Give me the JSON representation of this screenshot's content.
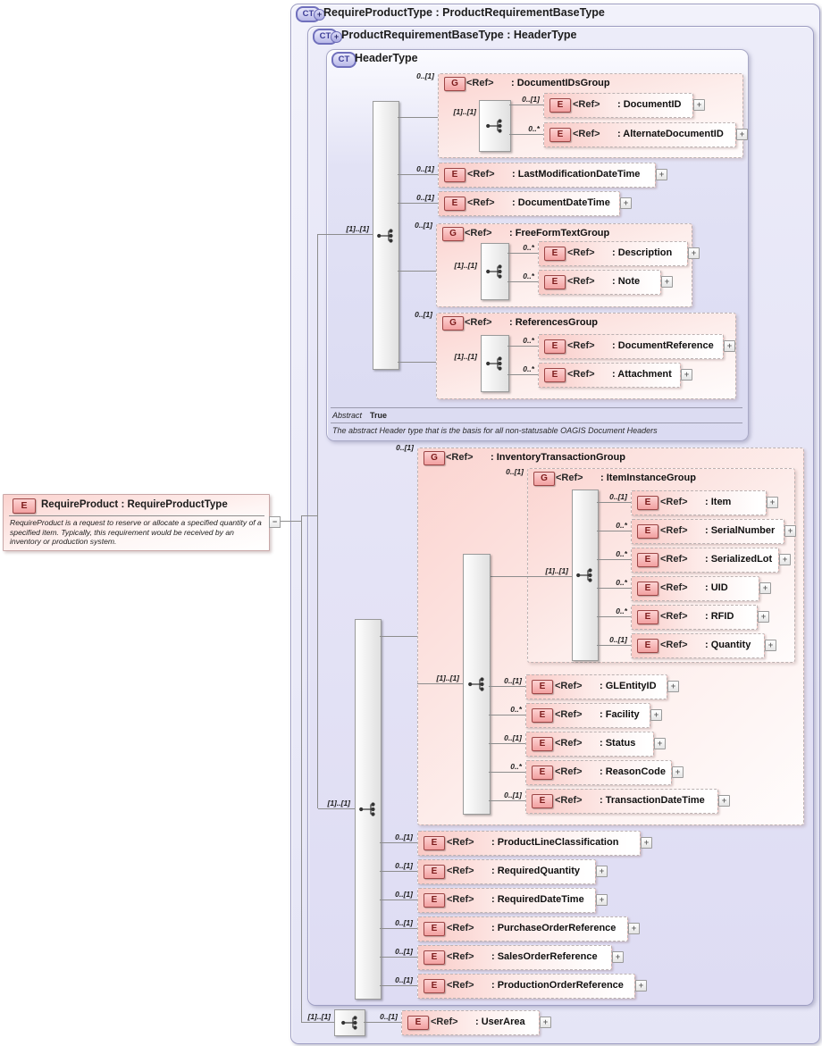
{
  "root_box": {
    "title": "RequireProductType : ProductRequirementBaseType",
    "seq_card": "[1]..[1]"
  },
  "base_box": {
    "title": "ProductRequirementBaseType : HeaderType",
    "seq_card": "[1]..[1]"
  },
  "header_box": {
    "title": "HeaderType",
    "seq_card": "[1]..[1]",
    "abstract_label": "Abstract",
    "abstract_value": "True",
    "annotation": "The abstract Header type that is the basis for all non-statusable OAGIS Document Headers"
  },
  "left_element": {
    "title": "RequireProduct : RequireProductType",
    "annotation": "RequireProduct is a request to reserve or allocate a specified quantity of a specified item.  Typically, this requirement would be received by an inventory or production system."
  },
  "icons": {
    "complex_type": "CT",
    "element": "E",
    "group": "G",
    "expand": "+",
    "collapse": "−",
    "extension": "+"
  },
  "colors": {
    "element_pink": "#f2a0a0",
    "complextype_lavender": "#b9b9e8",
    "box_fill": "#e5e5f6",
    "line": "#8d8d8d"
  },
  "nodes": {
    "documentIDsGroup": {
      "card": "0..[1]",
      "ref": "<Ref>",
      "name": ": DocumentIDsGroup",
      "seq_card": "[1]..[1]"
    },
    "documentID": {
      "card": "0..[1]",
      "ref": "<Ref>",
      "name": ": DocumentID"
    },
    "alternateDocumentID": {
      "card": "0..*",
      "ref": "<Ref>",
      "name": ": AlternateDocumentID"
    },
    "lastModificationDateTime": {
      "card": "0..[1]",
      "ref": "<Ref>",
      "name": ": LastModificationDateTime"
    },
    "documentDateTime": {
      "card": "0..[1]",
      "ref": "<Ref>",
      "name": ": DocumentDateTime"
    },
    "freeFormTextGroup": {
      "card": "0..[1]",
      "ref": "<Ref>",
      "name": ": FreeFormTextGroup",
      "seq_card": "[1]..[1]"
    },
    "description": {
      "card": "0..*",
      "ref": "<Ref>",
      "name": ": Description"
    },
    "note": {
      "card": "0..*",
      "ref": "<Ref>",
      "name": ": Note"
    },
    "referencesGroup": {
      "card": "0..[1]",
      "ref": "<Ref>",
      "name": ": ReferencesGroup",
      "seq_card": "[1]..[1]"
    },
    "documentReference": {
      "card": "0..*",
      "ref": "<Ref>",
      "name": ": DocumentReference"
    },
    "attachment": {
      "card": "0..*",
      "ref": "<Ref>",
      "name": ": Attachment"
    },
    "inventoryTransactionGroup": {
      "card": "0..[1]",
      "ref": "<Ref>",
      "name": ": InventoryTransactionGroup",
      "seq_card": "[1]..[1]"
    },
    "itemInstanceGroup": {
      "card": "0..[1]",
      "ref": "<Ref>",
      "name": ": ItemInstanceGroup",
      "seq_card": "[1]..[1]"
    },
    "item": {
      "card": "0..[1]",
      "ref": "<Ref>",
      "name": ": Item"
    },
    "serialNumber": {
      "card": "0..*",
      "ref": "<Ref>",
      "name": ": SerialNumber"
    },
    "serializedLot": {
      "card": "0..*",
      "ref": "<Ref>",
      "name": ": SerializedLot"
    },
    "uid": {
      "card": "0..*",
      "ref": "<Ref>",
      "name": ": UID"
    },
    "rfid": {
      "card": "0..*",
      "ref": "<Ref>",
      "name": ": RFID"
    },
    "quantity": {
      "card": "0..[1]",
      "ref": "<Ref>",
      "name": ": Quantity"
    },
    "glEntityID": {
      "card": "0..[1]",
      "ref": "<Ref>",
      "name": ": GLEntityID"
    },
    "facility": {
      "card": "0..*",
      "ref": "<Ref>",
      "name": ": Facility"
    },
    "status": {
      "card": "0..[1]",
      "ref": "<Ref>",
      "name": ": Status"
    },
    "reasonCode": {
      "card": "0..*",
      "ref": "<Ref>",
      "name": ": ReasonCode"
    },
    "transactionDateTime": {
      "card": "0..[1]",
      "ref": "<Ref>",
      "name": ": TransactionDateTime"
    },
    "productLineClassification": {
      "card": "0..[1]",
      "ref": "<Ref>",
      "name": ": ProductLineClassification"
    },
    "requiredQuantity": {
      "card": "0..[1]",
      "ref": "<Ref>",
      "name": ": RequiredQuantity"
    },
    "requiredDateTime": {
      "card": "0..[1]",
      "ref": "<Ref>",
      "name": ": RequiredDateTime"
    },
    "purchaseOrderReference": {
      "card": "0..[1]",
      "ref": "<Ref>",
      "name": ": PurchaseOrderReference"
    },
    "salesOrderReference": {
      "card": "0..[1]",
      "ref": "<Ref>",
      "name": ": SalesOrderReference"
    },
    "productionOrderReference": {
      "card": "0..[1]",
      "ref": "<Ref>",
      "name": ": ProductionOrderReference"
    },
    "userArea": {
      "card": "0..[1]",
      "ref": "<Ref>",
      "name": ": UserArea"
    }
  }
}
